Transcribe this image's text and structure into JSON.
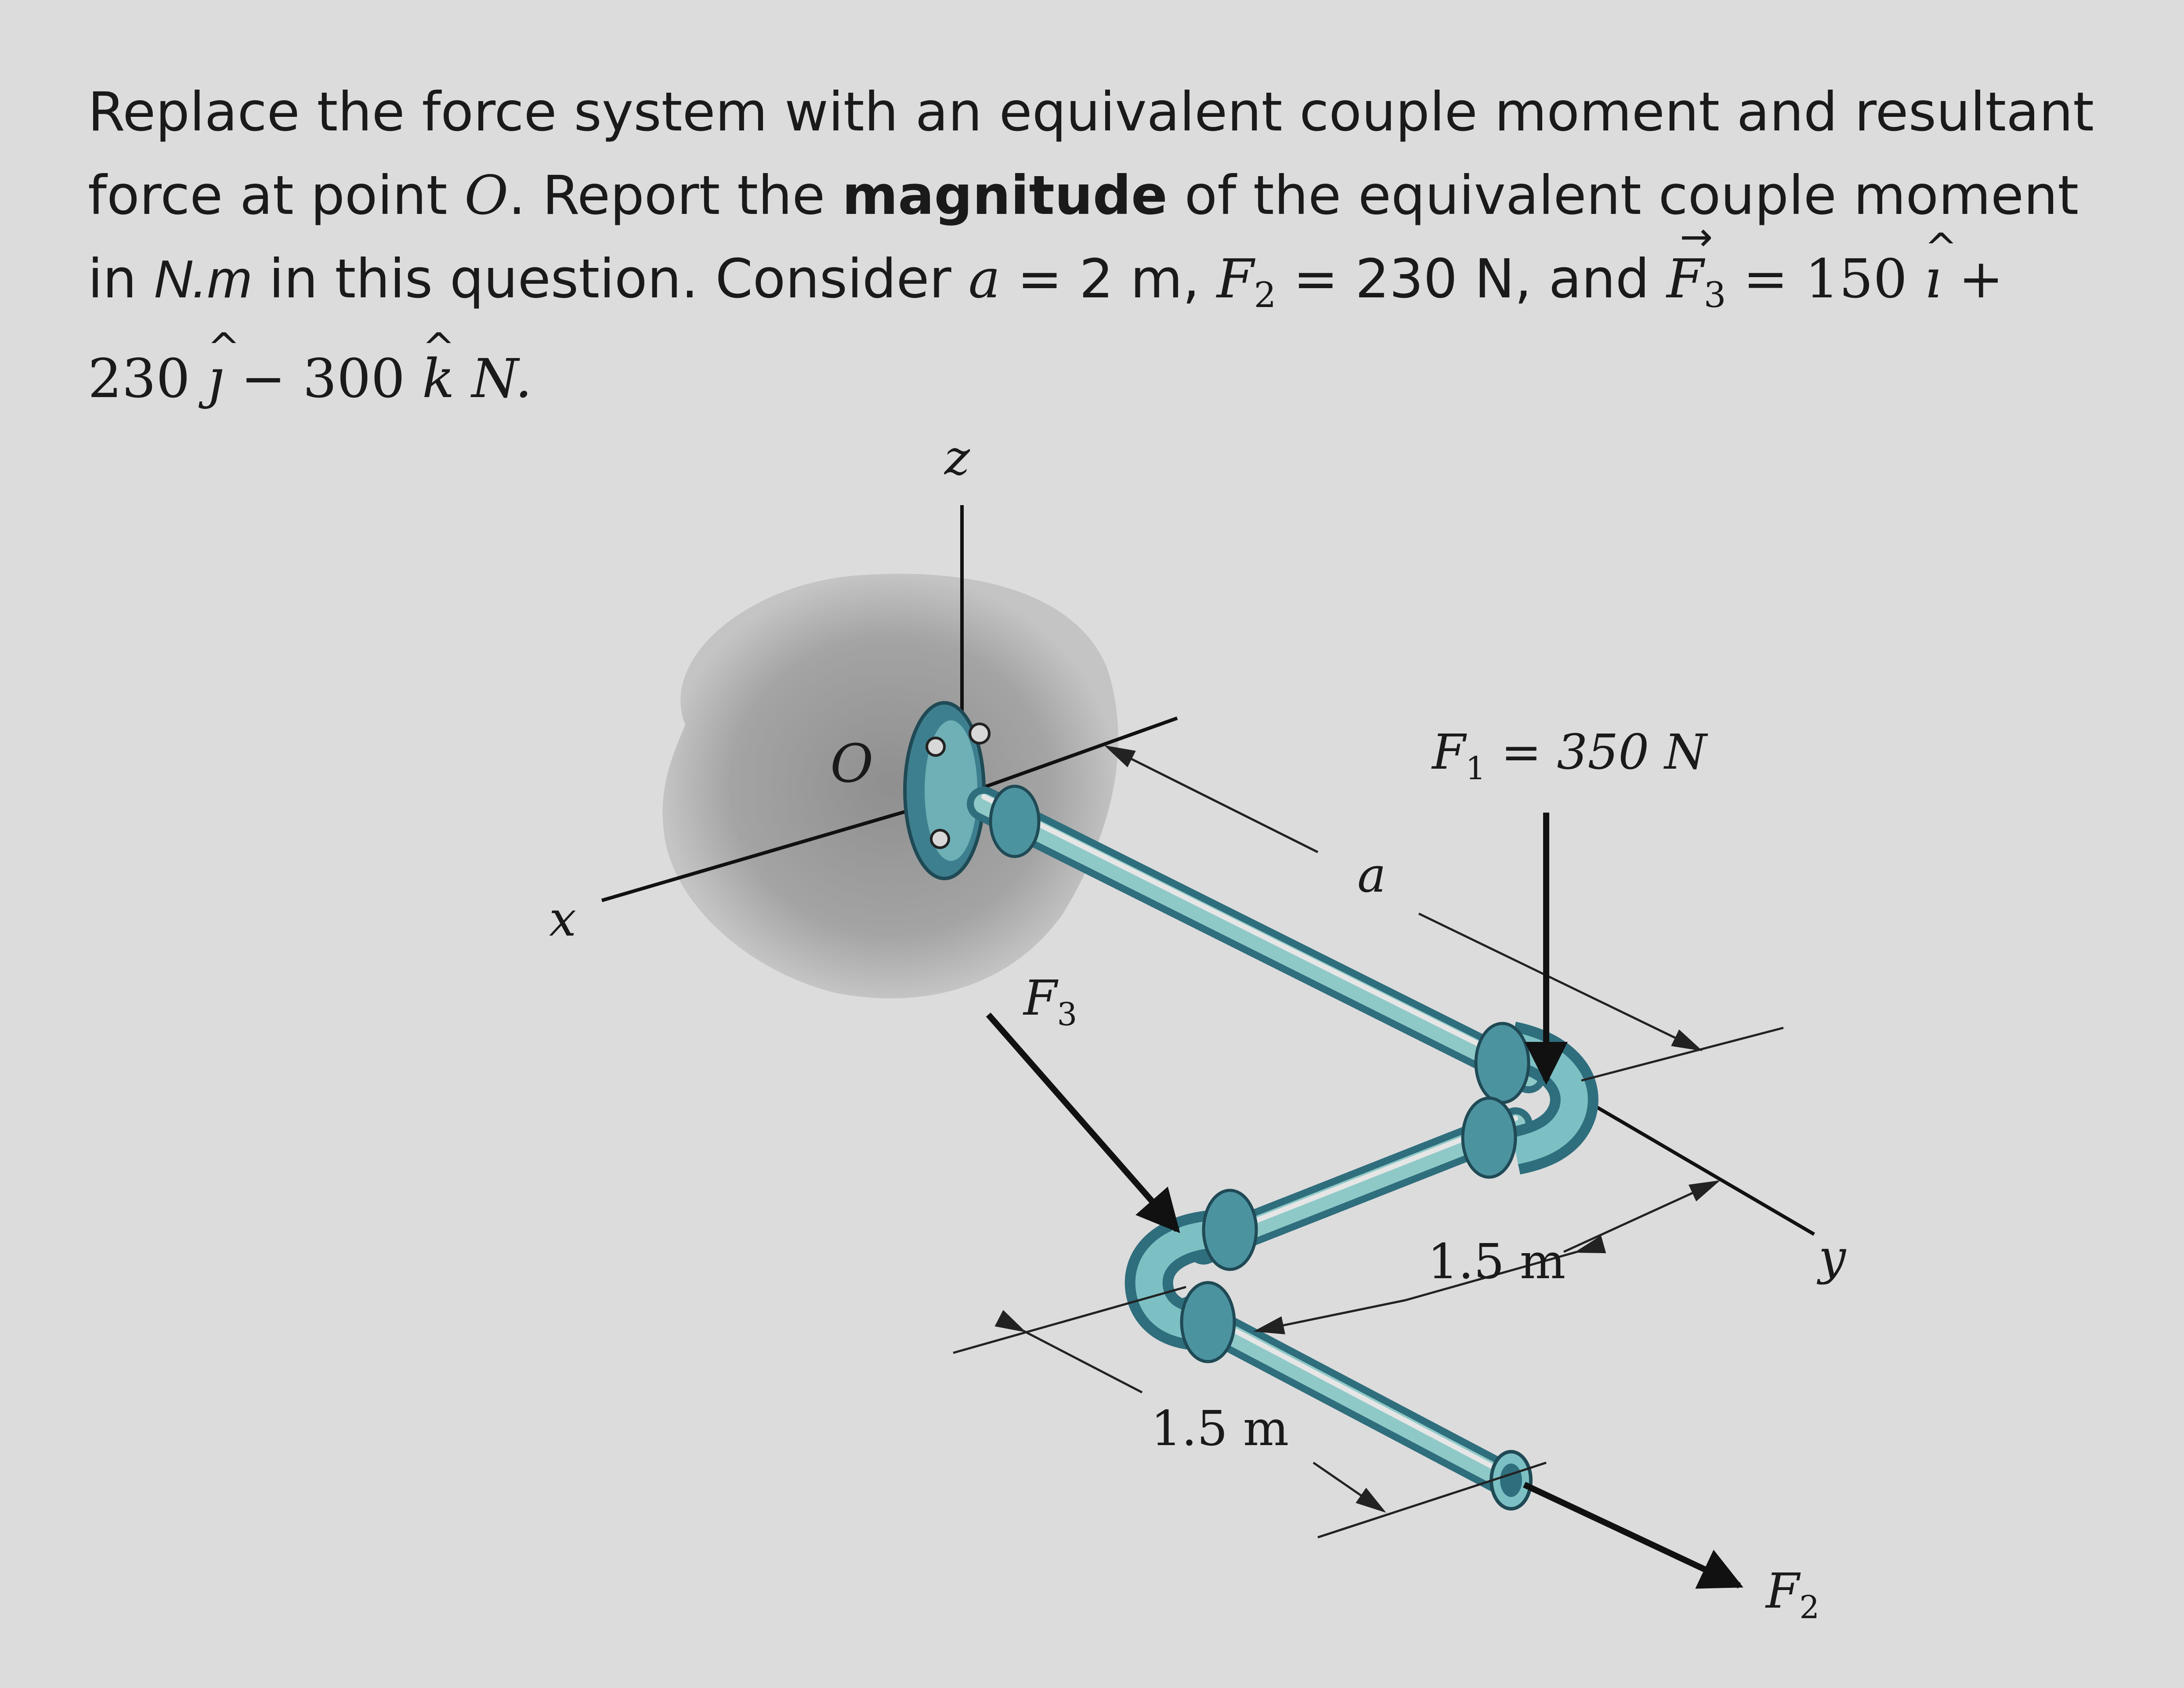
{
  "question": {
    "p1": "Replace the force system with an equivalent couple moment and resultant force at point ",
    "point": "O",
    "p2": ". Report the ",
    "bold": "magnitude",
    "p3": " of the equivalent couple moment in ",
    "unit": "N.m",
    "p4": " in this question. Consider ",
    "a_sym": "a",
    "a_val": " = 2 m, ",
    "f2_sym": "F",
    "f2_sub": "2",
    "f2_val": " = 230 N, and ",
    "f3_sym": "F",
    "f3_sub": "3",
    "f3_eq": " = 150 ",
    "i_hat": "ı",
    "plus": " + 230 ",
    "j_hat": "ȷ",
    "minus": " − 300 ",
    "k_hat": "k",
    "n_end": " N."
  },
  "diagram": {
    "z_label": "z",
    "x_label": "x",
    "y_label": "y",
    "o_label": "O",
    "a_label": "a",
    "f1_label": "F",
    "f1_sub": "1",
    "f1_val": " = 350 N",
    "f3_label": "F",
    "f3_sub": "3",
    "f2_label": "F",
    "f2_sub": "2",
    "dim_right": "1.5 m",
    "dim_bottom": "1.5 m"
  },
  "colors": {
    "pipe": "#5fa3a3",
    "pipe_dark": "#2f6e7d",
    "wall": "#9c9c9c",
    "background": "#dcdcdc"
  }
}
